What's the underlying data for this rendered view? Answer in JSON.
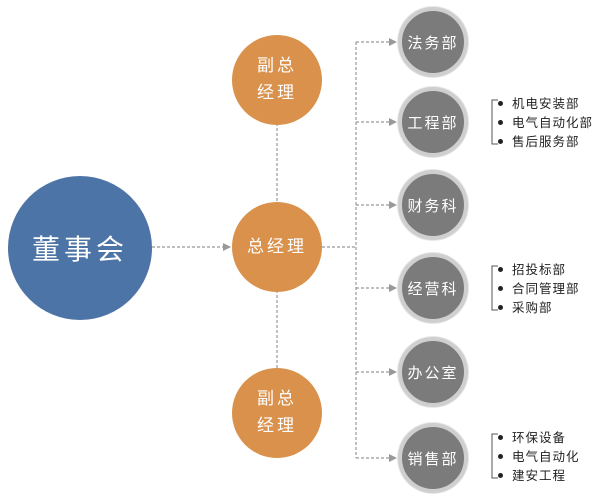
{
  "board": {
    "label": "董事会"
  },
  "general_manager": {
    "label": "总经理"
  },
  "deputy_managers": [
    {
      "label_line1": "副总",
      "label_line2": "经理"
    },
    {
      "label_line1": "副总",
      "label_line2": "经理"
    }
  ],
  "departments": [
    {
      "label": "法务部",
      "subs": []
    },
    {
      "label": "工程部",
      "subs": [
        "机电安装部",
        "电气自动化部",
        "售后服务部"
      ]
    },
    {
      "label": "财务科",
      "subs": []
    },
    {
      "label": "经营科",
      "subs": [
        "招投标部",
        "合同管理部",
        "采购部"
      ]
    },
    {
      "label": "办公室",
      "subs": []
    },
    {
      "label": "销售部",
      "subs": [
        "环保设备",
        "电气自动化",
        "建安工程"
      ]
    }
  ],
  "colors": {
    "board": "#4d74a6",
    "manager": "#d9914b",
    "department": "#7b7b7b",
    "connector": "#999999"
  }
}
